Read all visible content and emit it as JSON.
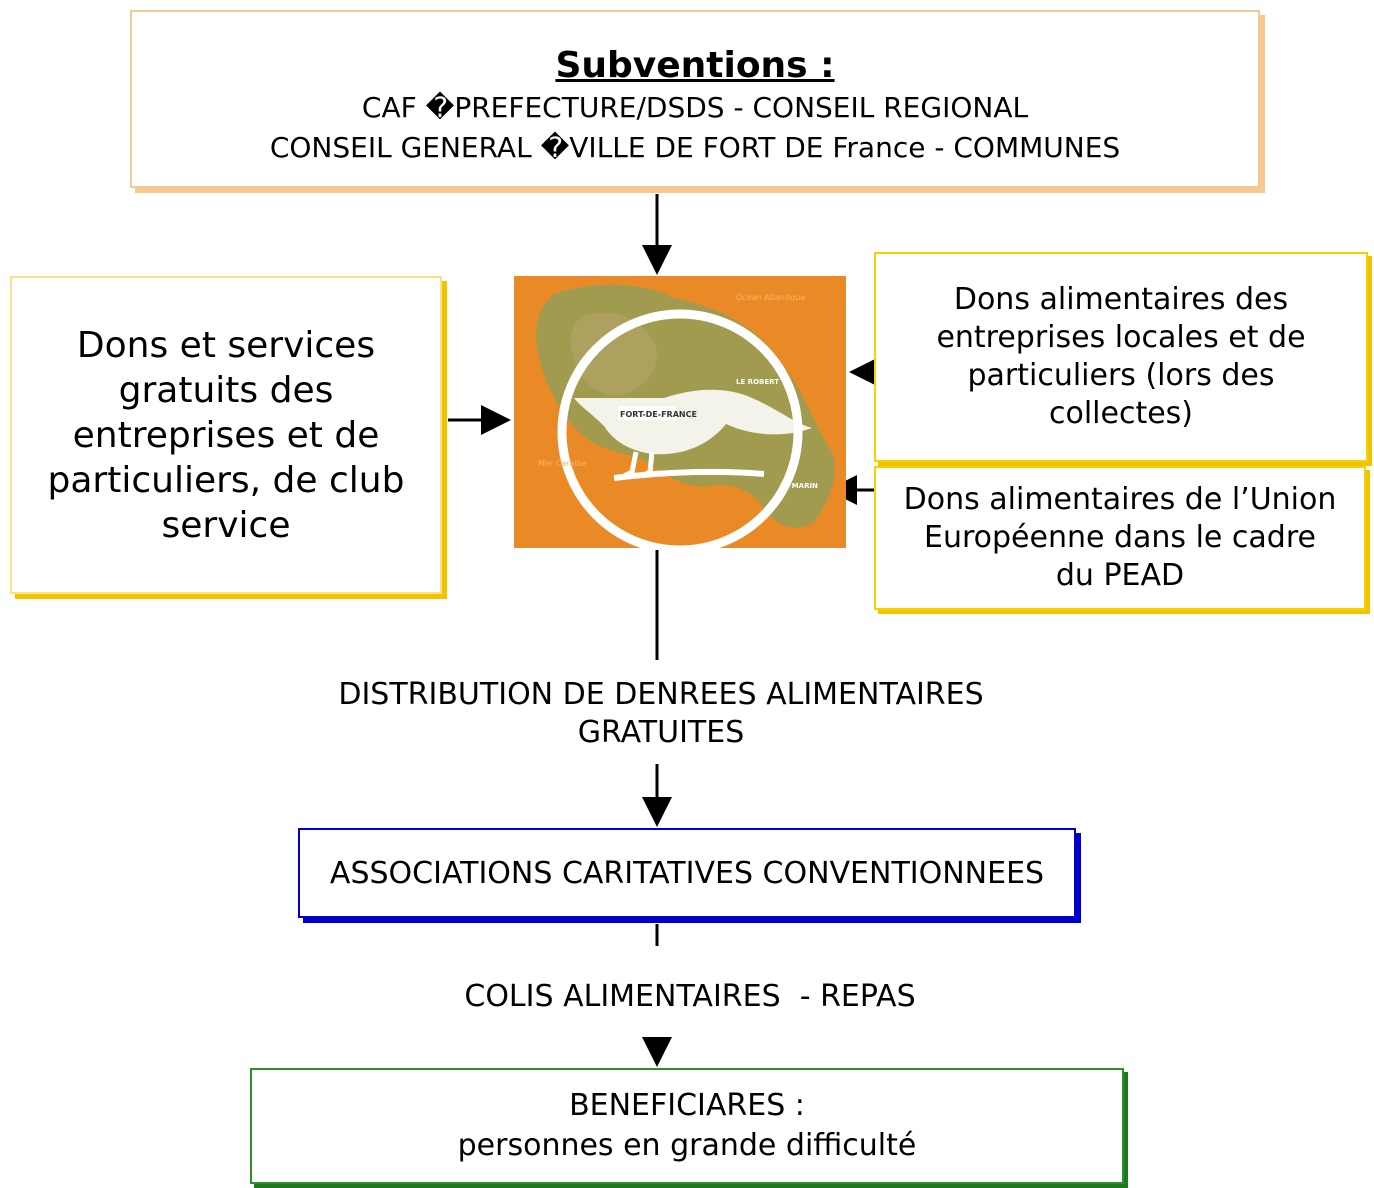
{
  "subventions": {
    "title": "Subventions :",
    "line1": "CAF �PREFECTURE/DSDS - CONSEIL REGIONAL",
    "line2": "CONSEIL GENERAL �VILLE DE FORT DE France - COMMUNES"
  },
  "left_box": {
    "lines": [
      "Dons et services",
      "gratuits des",
      "entreprises et de",
      "particuliers, de club",
      "service"
    ]
  },
  "right_top_box": {
    "lines": [
      "Dons alimentaires des",
      "entreprises locales et de",
      "particuliers (lors des",
      "collectes)"
    ]
  },
  "right_bottom_box": {
    "lines": [
      "Dons alimentaires de l’Union",
      "Européenne dans le cadre",
      "du PEAD"
    ]
  },
  "distribution": {
    "lines": [
      "DISTRIBUTION DE DENREES ALIMENTAIRES",
      "GRATUITES"
    ]
  },
  "associations": {
    "label": "ASSOCIATIONS CARITATIVES CONVENTIONNEES"
  },
  "colis": {
    "label": "COLIS ALIMENTAIRES  - REPAS"
  },
  "beneficiaires": {
    "line1": "BENEFICIARES :",
    "line2": "personnes en grande difficulté"
  },
  "logo": {
    "icon": "martinique-map-bird-logo",
    "map_labels": [
      "FORT-DE-FRANCE",
      "LE ROBERT",
      "LE MARIN",
      "Mer Caraïbe",
      "Océan Atlantique"
    ],
    "colors": {
      "background": "#ea8a26",
      "ring": "#ffffff",
      "land": "#8aa05a"
    }
  },
  "colors": {
    "subventions_border": "#f7c794",
    "yellow_border": "#f2c400",
    "blue_border": "#0000cc",
    "green_border": "#2f8f2f"
  }
}
